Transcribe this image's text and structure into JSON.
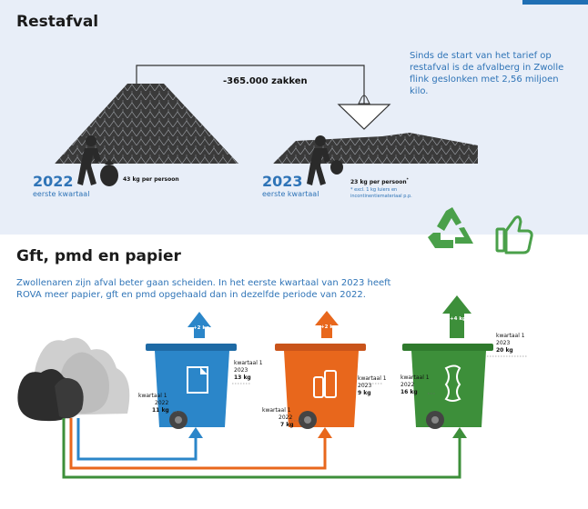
{
  "restafval": {
    "title": "Restafval",
    "description": "Sinds de start van het tarief op restafval is de afvalberg in Zwolle flink geslonken met 2,56 miljoen kilo.",
    "reduction_label": "-365.000 zakken",
    "year_2022": "2022",
    "period_2022": "eerste kwartaal",
    "per_person_2022": "43 kg per persoon",
    "year_2023": "2023",
    "period_2023": "eerste kwartaal",
    "per_person_2023": "23 kg per persoon",
    "per_person_2023_mark": "*",
    "footnote": "* excl. 1 kg luiers en incontinentiemateriaal p.p."
  },
  "gft": {
    "title": "Gft, pmd en papier",
    "description": "Zwollenaren zijn afval beter gaan scheiden. In het eerste kwartaal van 2023 heeft ROVA meer papier, gft en pmd opgehaald dan in dezelfde periode van 2022.",
    "bins": [
      {
        "name": "papier",
        "increase": "+2 kg",
        "q2023_line1": "kwartaal 1",
        "q2023_line2": "2023",
        "q2023_value": "13 kg",
        "q2022_line1": "kwartaal 1",
        "q2022_line2": "2022",
        "q2022_value": "11 kg"
      },
      {
        "name": "pmd",
        "increase": "+2 kg",
        "q2023_line1": "kwartaal 1",
        "q2023_line2": "2023",
        "q2023_value": "9 kg",
        "q2022_line1": "kwartaal 1",
        "q2022_line2": "2022",
        "q2022_value": "7 kg"
      },
      {
        "name": "gft",
        "increase": "+4 kg",
        "q2023_line1": "kwartaal 1",
        "q2023_line2": "2023",
        "q2023_value": "20 kg",
        "q2022_line1": "kwartaal 1",
        "q2022_line2": "2022",
        "q2022_value": "16 kg"
      }
    ]
  },
  "colors": {
    "blue": "#2f74b7",
    "bin_blue": "#2b86c9",
    "bin_orange": "#e8671c",
    "bin_green": "#3d8f3a",
    "pile": "#3a3a3a",
    "recycle_green": "#4aa04a"
  },
  "icons": [
    "person-with-bag-icon",
    "bag-icon",
    "recycle-icon",
    "thumbs-up-icon",
    "paper-icon",
    "bottles-icon",
    "apple-core-icon",
    "trash-bags-icon",
    "arrow-up-icon"
  ]
}
